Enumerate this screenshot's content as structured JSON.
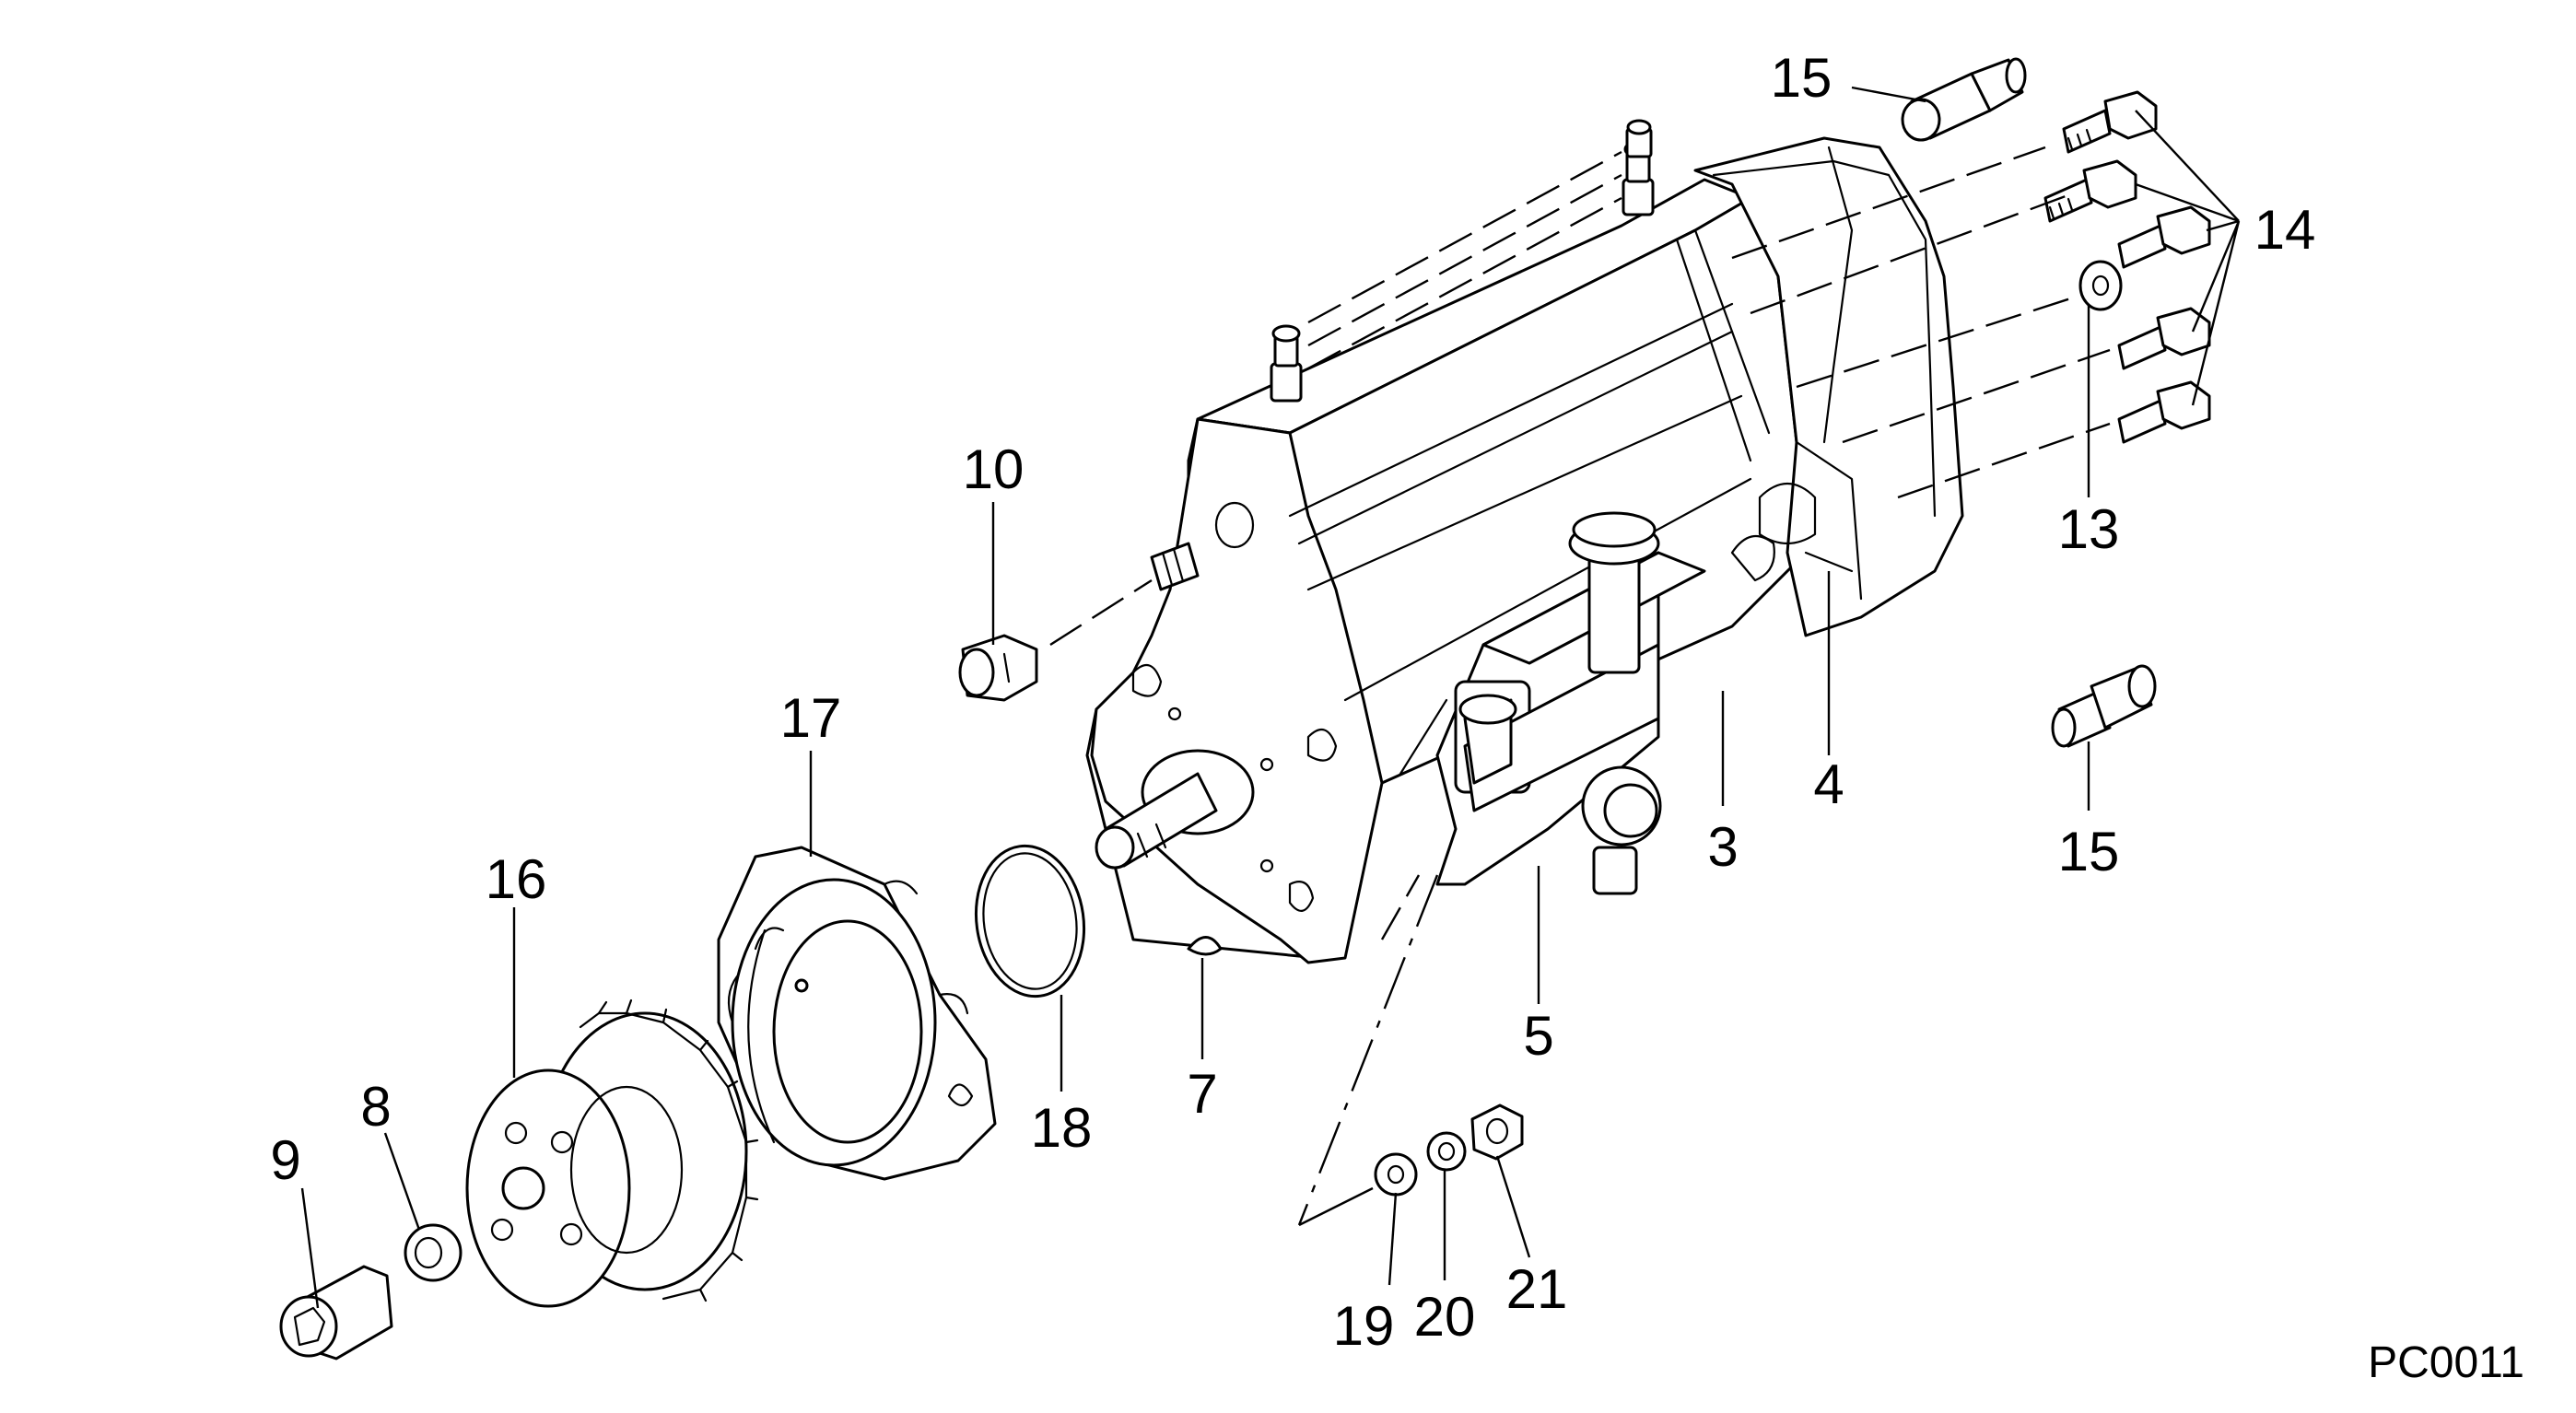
{
  "diagram": {
    "drawing_code": "PC0011",
    "callouts": {
      "c3": "3",
      "c4": "4",
      "c5": "5",
      "c7": "7",
      "c8": "8",
      "c9": "9",
      "c10": "10",
      "c13": "13",
      "c14": "14",
      "c15a": "15",
      "c15b": "15",
      "c16": "16",
      "c17": "17",
      "c18": "18",
      "c19": "19",
      "c20": "20",
      "c21": "21"
    }
  }
}
